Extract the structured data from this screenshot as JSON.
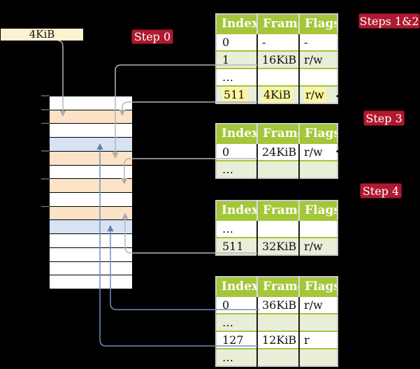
{
  "page_size_label": {
    "text": "4KiB"
  },
  "badges": {
    "step0": "Step 0",
    "steps_1_2": "Steps 1&2",
    "step3": "Step 3",
    "step4": "Step 4"
  },
  "memory": {
    "rows": [
      "white",
      "orange",
      "white",
      "blue",
      "orange",
      "white",
      "orange",
      "white",
      "orange",
      "blue",
      "white",
      "white",
      "white",
      "white"
    ]
  },
  "tables": [
    {
      "header": [
        "Index",
        "Frame",
        "Flags"
      ],
      "rows": [
        {
          "cells": [
            "0",
            "-",
            "-"
          ]
        },
        {
          "cells": [
            "1",
            "16KiB",
            "r/w"
          ]
        },
        {
          "cells": [
            "…",
            "",
            ""
          ]
        },
        {
          "cells": [
            "511",
            "4KiB",
            "r/w"
          ],
          "highlighted": true
        }
      ]
    },
    {
      "header": [
        "Index",
        "Frame",
        "Flags"
      ],
      "rows": [
        {
          "cells": [
            "0",
            "24KiB",
            "r/w"
          ]
        },
        {
          "cells": [
            "…",
            "",
            ""
          ]
        }
      ]
    },
    {
      "header": [
        "Index",
        "Frame",
        "Flags"
      ],
      "rows": [
        {
          "cells": [
            "…",
            "",
            ""
          ]
        },
        {
          "cells": [
            "511",
            "32KiB",
            "r/w"
          ]
        }
      ]
    },
    {
      "header": [
        "Index",
        "Frame",
        "Flags"
      ],
      "rows": [
        {
          "cells": [
            "0",
            "36KiB",
            "r/w"
          ]
        },
        {
          "cells": [
            "…",
            "",
            ""
          ]
        },
        {
          "cells": [
            "127",
            "12KiB",
            "r"
          ]
        },
        {
          "cells": [
            "…",
            "",
            ""
          ]
        }
      ]
    }
  ],
  "colors": {
    "table_header_green": "#a4c639",
    "table_row_green": "#e9eed8",
    "highlight_yellow": "#fbf6a2",
    "badge_red": "#ae1a2e",
    "label_cream": "#fdf2d0",
    "memory_frame_orange": "#fce3c8",
    "memory_frame_blue": "#d6e3f3",
    "arrow_gray": "#b5b5b5",
    "arrow_blue": "#6f8fc1"
  }
}
